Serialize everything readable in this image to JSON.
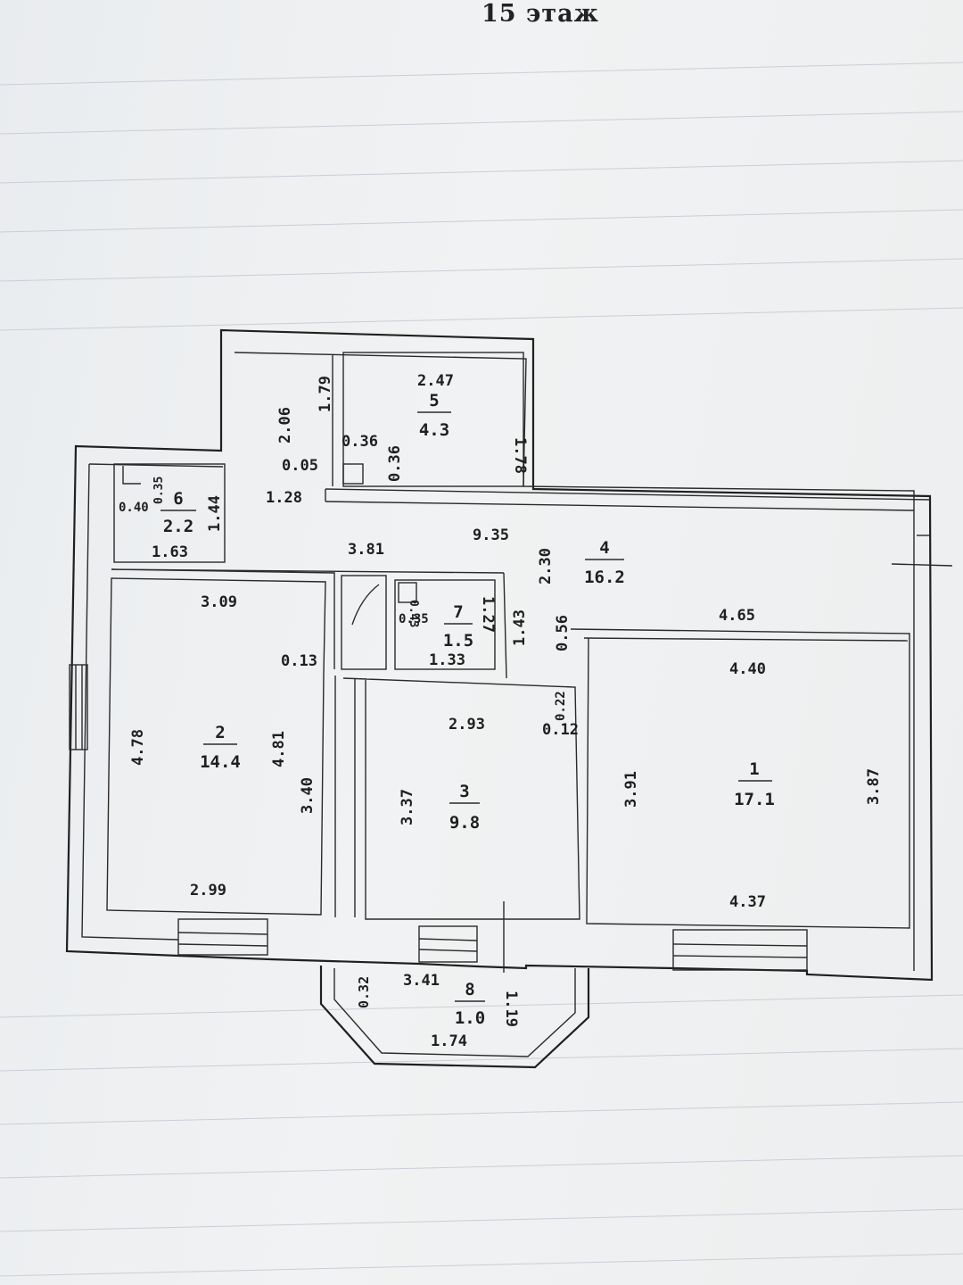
{
  "title": "15  этаж",
  "rooms": [
    {
      "id": "1",
      "number": "1",
      "area": "17.1"
    },
    {
      "id": "2",
      "number": "2",
      "area": "14.4"
    },
    {
      "id": "3",
      "number": "3",
      "area": "9.8"
    },
    {
      "id": "4",
      "number": "4",
      "area": "16.2"
    },
    {
      "id": "5",
      "number": "5",
      "area": "4.3"
    },
    {
      "id": "6",
      "number": "6",
      "area": "2.2"
    },
    {
      "id": "7",
      "number": "7",
      "area": "1.5"
    },
    {
      "id": "8",
      "number": "8",
      "area": "1.0"
    }
  ],
  "dimensions": [
    "2.47",
    "1.79",
    "2.06",
    "1.78",
    "0.36",
    "0.36",
    "0.05",
    "1.28",
    "0.35",
    "0.40",
    "1.44",
    "1.63",
    "3.81",
    "9.35",
    "2.30",
    "3.09",
    "0.43",
    "0.35",
    "1.27",
    "1.43",
    "1.33",
    "0.56",
    "4.65",
    "4.40",
    "0.13",
    "0.22",
    "0.12",
    "2.93",
    "4.78",
    "4.81",
    "3.40",
    "3.37",
    "3.91",
    "3.87",
    "2.99",
    "4.37",
    "0.32",
    "3.41",
    "1.19",
    "1.74"
  ]
}
